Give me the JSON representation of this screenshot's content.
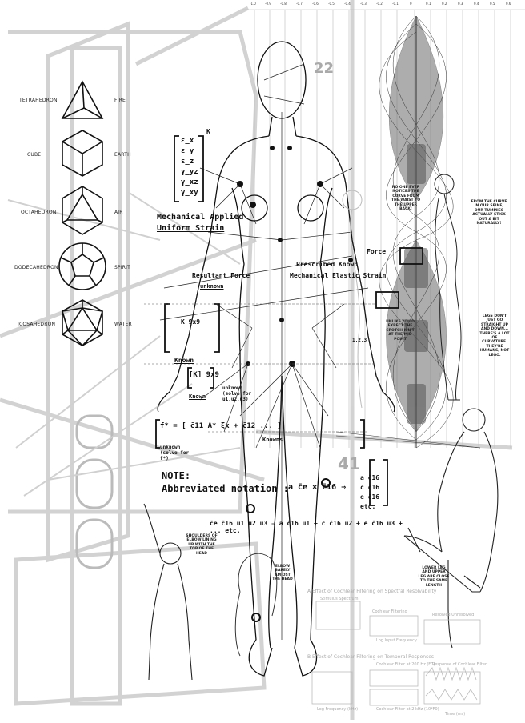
{
  "solids": [
    {
      "name": "TETRAHEDRON",
      "element": "FIRE"
    },
    {
      "name": "CUBE",
      "element": "EARTH"
    },
    {
      "name": "OCTAHEDRON",
      "element": "AIR"
    },
    {
      "name": "DODECAHEDRON",
      "element": "SPIRIT"
    },
    {
      "name": "ICOSAHEDRON",
      "element": "WATER"
    }
  ],
  "ruler_ticks": [
    "-1.0",
    "-0.9",
    "-0.8",
    "-0.7",
    "-0.6",
    "-0.5",
    "-0.4",
    "-0.3",
    "-0.2",
    "-0.1",
    "0",
    "0.1",
    "0.2",
    "0.3",
    "0.4",
    "0.5",
    "0.6"
  ],
  "handwriting": {
    "strain_vector": "ε_x ε_y ε_z γ_yz γ_xz γ_xy",
    "strain_k": "K",
    "mech_applied": "Mechanical Applied",
    "uniform_strain": "Uniform Strain",
    "resultant_force": "Resultant Force",
    "unknown_1": "unknown",
    "prescribed_mech": "Prescribed Known",
    "mechanical_elastic": "Mechanical Elastic Strain",
    "force_label": "Force",
    "k_9x9": "K 9x9",
    "known_1": "Known",
    "k_bracket": "[K] 9x9",
    "known_2": "Known",
    "solve_for": "unknown (solve for u1,u2,u3)",
    "fstar": "f* = [ c̄11 A* ξx + c̄12 ... ]",
    "fstar_unknown": "unknown (solve for f*)",
    "knowns": "Knowns",
    "note": "NOTE:",
    "abbreviated": "Abbreviated notation :",
    "abbr_eq": "a c̄e × c̄16 ⇒",
    "abbr_list": "a c̄16 c c̄16 e c̄16 etc.",
    "tensor_eq": "c̄e c̄16 u1 u2 u3 ⇒ a c̄16 u1 + c c̄16 u2 + e c̄16 u3 + ... etc.",
    "num_123": "1,2,3",
    "page_41": "41",
    "page_22": "22"
  },
  "annotations": {
    "spine_note": "FROM THE CURVE IN OUR SPINE, OUR TUMMIES ACTUALLY STICK OUT A BIT NATURALLY!",
    "legs_note": "LEGS DON'T JUST GO STRAIGHT UP AND DOWN... THERE'S A LOT OF CURVATURE. THEY'RE HUMANS, NOT LEGO.",
    "back_note": "NO ONE EVER NOTICES THE CURVE FROM THE WAIST TO THE UPPER BACK!",
    "knee_note": "LOWER LEG AND UPPER LEG ARE CLOSE TO THE SAME LENGTH",
    "shoulder_note": "SHOULDERS OF ELBOW LINING UP WITH THE TOP OF THE HEAD",
    "elbow_note": "ELBOW BARELY AMIDST THE HEAD",
    "crotch_note": "UNLIKE YOU'D EXPECT THE CROTCH ISN'T AT THE MID POINT"
  },
  "diagram_text": {
    "title_a": "A  Effect of Cochlear Filtering on Spectral Resolvability",
    "title_b": "B  Effect of Cochlear Filtering on Temporal Responses",
    "stimulus_spectrum": "Stimulus Spectrum",
    "cochlear_filtering": "Cochlear Filtering",
    "resolved_unresolved": "Resolved Unresolved",
    "log_input_freq": "Log Input Frequency",
    "log_freq_khz": "Log Frequency (kHz)",
    "time_ms": "Time (ms)",
    "cochlear_filter_1": "Cochlear Filter at 200 Hz (F0)",
    "cochlear_filter_2": "Cochlear Filter at 2 kHz (10*F0)",
    "response": "Response of Cochlear Filter"
  }
}
